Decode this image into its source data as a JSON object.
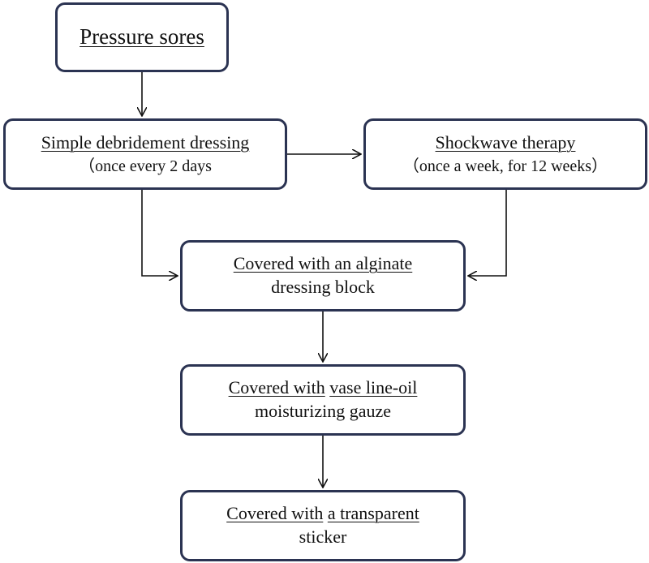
{
  "nodes": {
    "pressure_sores": {
      "title": "Pressure sores"
    },
    "debridement": {
      "title": "Simple debridement dressing",
      "subtitle": "（once every 2 days"
    },
    "shockwave": {
      "title": "Shockwave therapy",
      "subtitle": "（once a week, for 12 weeks）"
    },
    "alginate": {
      "line1": "Covered with an alginate",
      "line2": "dressing block"
    },
    "vaseline": {
      "line1_a": "Covered with",
      "line1_b": "vase line-oil",
      "line2": "moisturizing gauze"
    },
    "sticker": {
      "line1_a": "Covered with",
      "line1_b": "a transparent",
      "line2": "sticker"
    }
  },
  "edges": [
    {
      "from": "pressure_sores",
      "to": "debridement"
    },
    {
      "from": "debridement",
      "to": "shockwave"
    },
    {
      "from": "debridement",
      "to": "alginate"
    },
    {
      "from": "shockwave",
      "to": "alginate"
    },
    {
      "from": "alginate",
      "to": "vaseline"
    },
    {
      "from": "vaseline",
      "to": "sticker"
    }
  ],
  "colors": {
    "box_border": "#2b3352",
    "arrow": "#111111"
  }
}
